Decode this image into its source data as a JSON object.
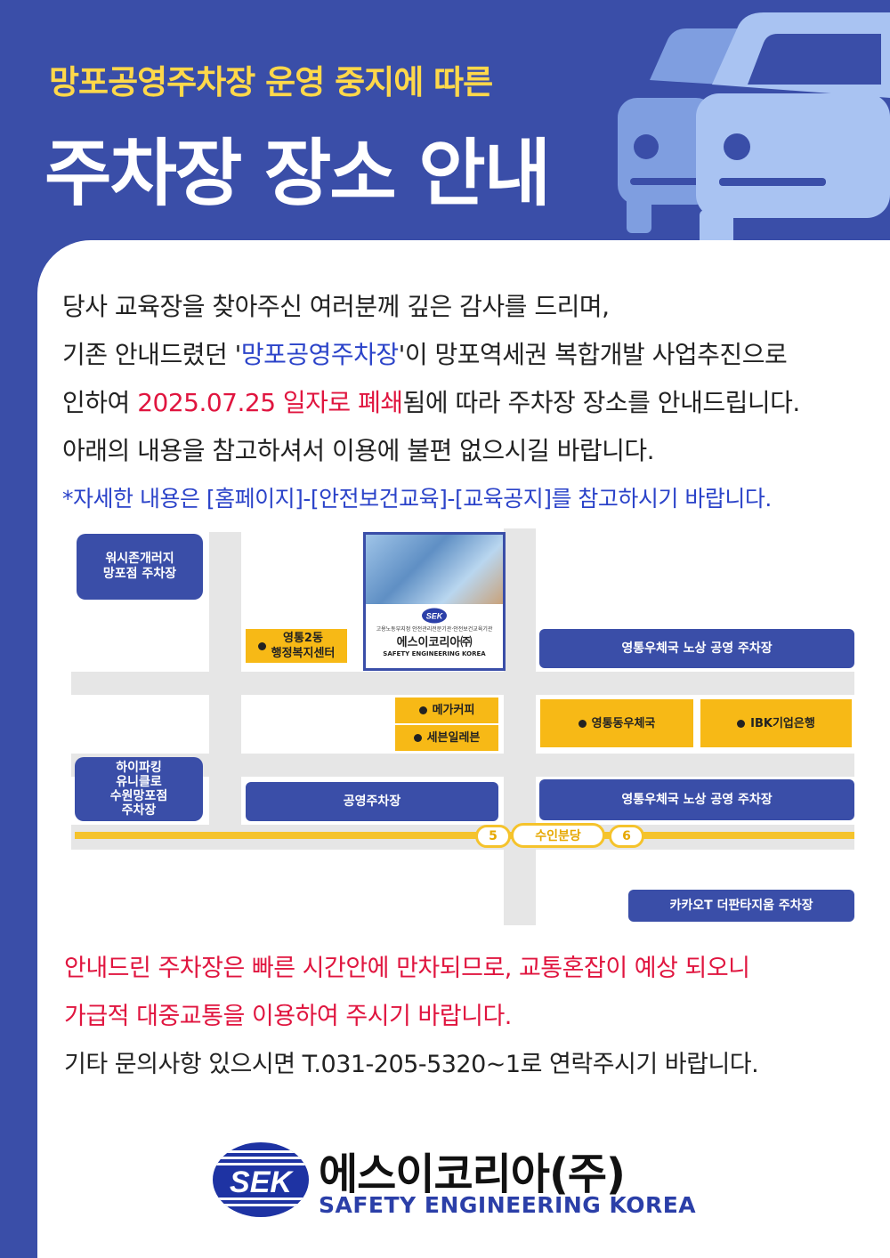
{
  "header": {
    "subtitle": "망포공영주차장 운영 중지에 따른",
    "title": "주차장 장소 안내"
  },
  "intro": {
    "line1": "당사 교육장을 찾아주신 여러분께 깊은 감사를 드리며,",
    "line2_pre": "기존 안내드렸던 '",
    "line2_highlight": "망포공영주차장",
    "line2_post": "'이 망포역세권 복합개발 사업추진으로",
    "line3_pre": "인하여 ",
    "line3_highlight": "2025.07.25 일자로 폐쇄",
    "line3_post": "됨에 따라 주차장 장소를 안내드립니다.",
    "line4": "아래의 내용을 참고하셔서 이용에 불편 없으시길 바랍니다.",
    "note": "*자세한 내용은 [홈페이지]-[안전보건교육]-[교육공지]를 참고하시기 바랍니다."
  },
  "map": {
    "wash_zone": "워시존개러지\n망포점 주차장",
    "hall": "영통2동\n행정복지센터",
    "building_small": "고용노동부지정 안전관리전문기관·안전보건교육기관",
    "building_name": "에스이코리아㈜",
    "building_eng": "SAFETY ENGINEERING KOREA",
    "building_logo_text": "SEK",
    "post_office_parking_top": "영통우체국 노상 공영 주차장",
    "mega_coffee": "메가커피",
    "seven_eleven": "세븐일레븐",
    "post_office": "영통동우체국",
    "ibk": "IBK기업은행",
    "hi_parking": "하이파킹\n유니클로\n수원망포점\n주차장",
    "public_parking": "공영주차장",
    "post_office_parking_bottom": "영통우체국 노상 공영 주차장",
    "exit_5": "5",
    "station": "수인분당",
    "exit_6": "6",
    "kakao_parking": "카카오T 더판타지움 주차장"
  },
  "warning": {
    "line1": "안내드린 주차장은 빠른 시간안에 만차되므로, 교통혼잡이 예상 되오니",
    "line2": "가급적 대중교통을 이용하여 주시기 바랍니다.",
    "line3": "기타 문의사항 있으시면 T.031-205-5320~1로 연락주시기 바랍니다."
  },
  "footer": {
    "logo_text": "SEK",
    "company_ko": "에스이코리아(주)",
    "company_en": "SAFETY ENGINEERING KOREA"
  },
  "colors": {
    "navy": "#3a4ea8",
    "yellow": "#f7b916",
    "red": "#e0153f",
    "title_yellow": "#ffd84a"
  }
}
